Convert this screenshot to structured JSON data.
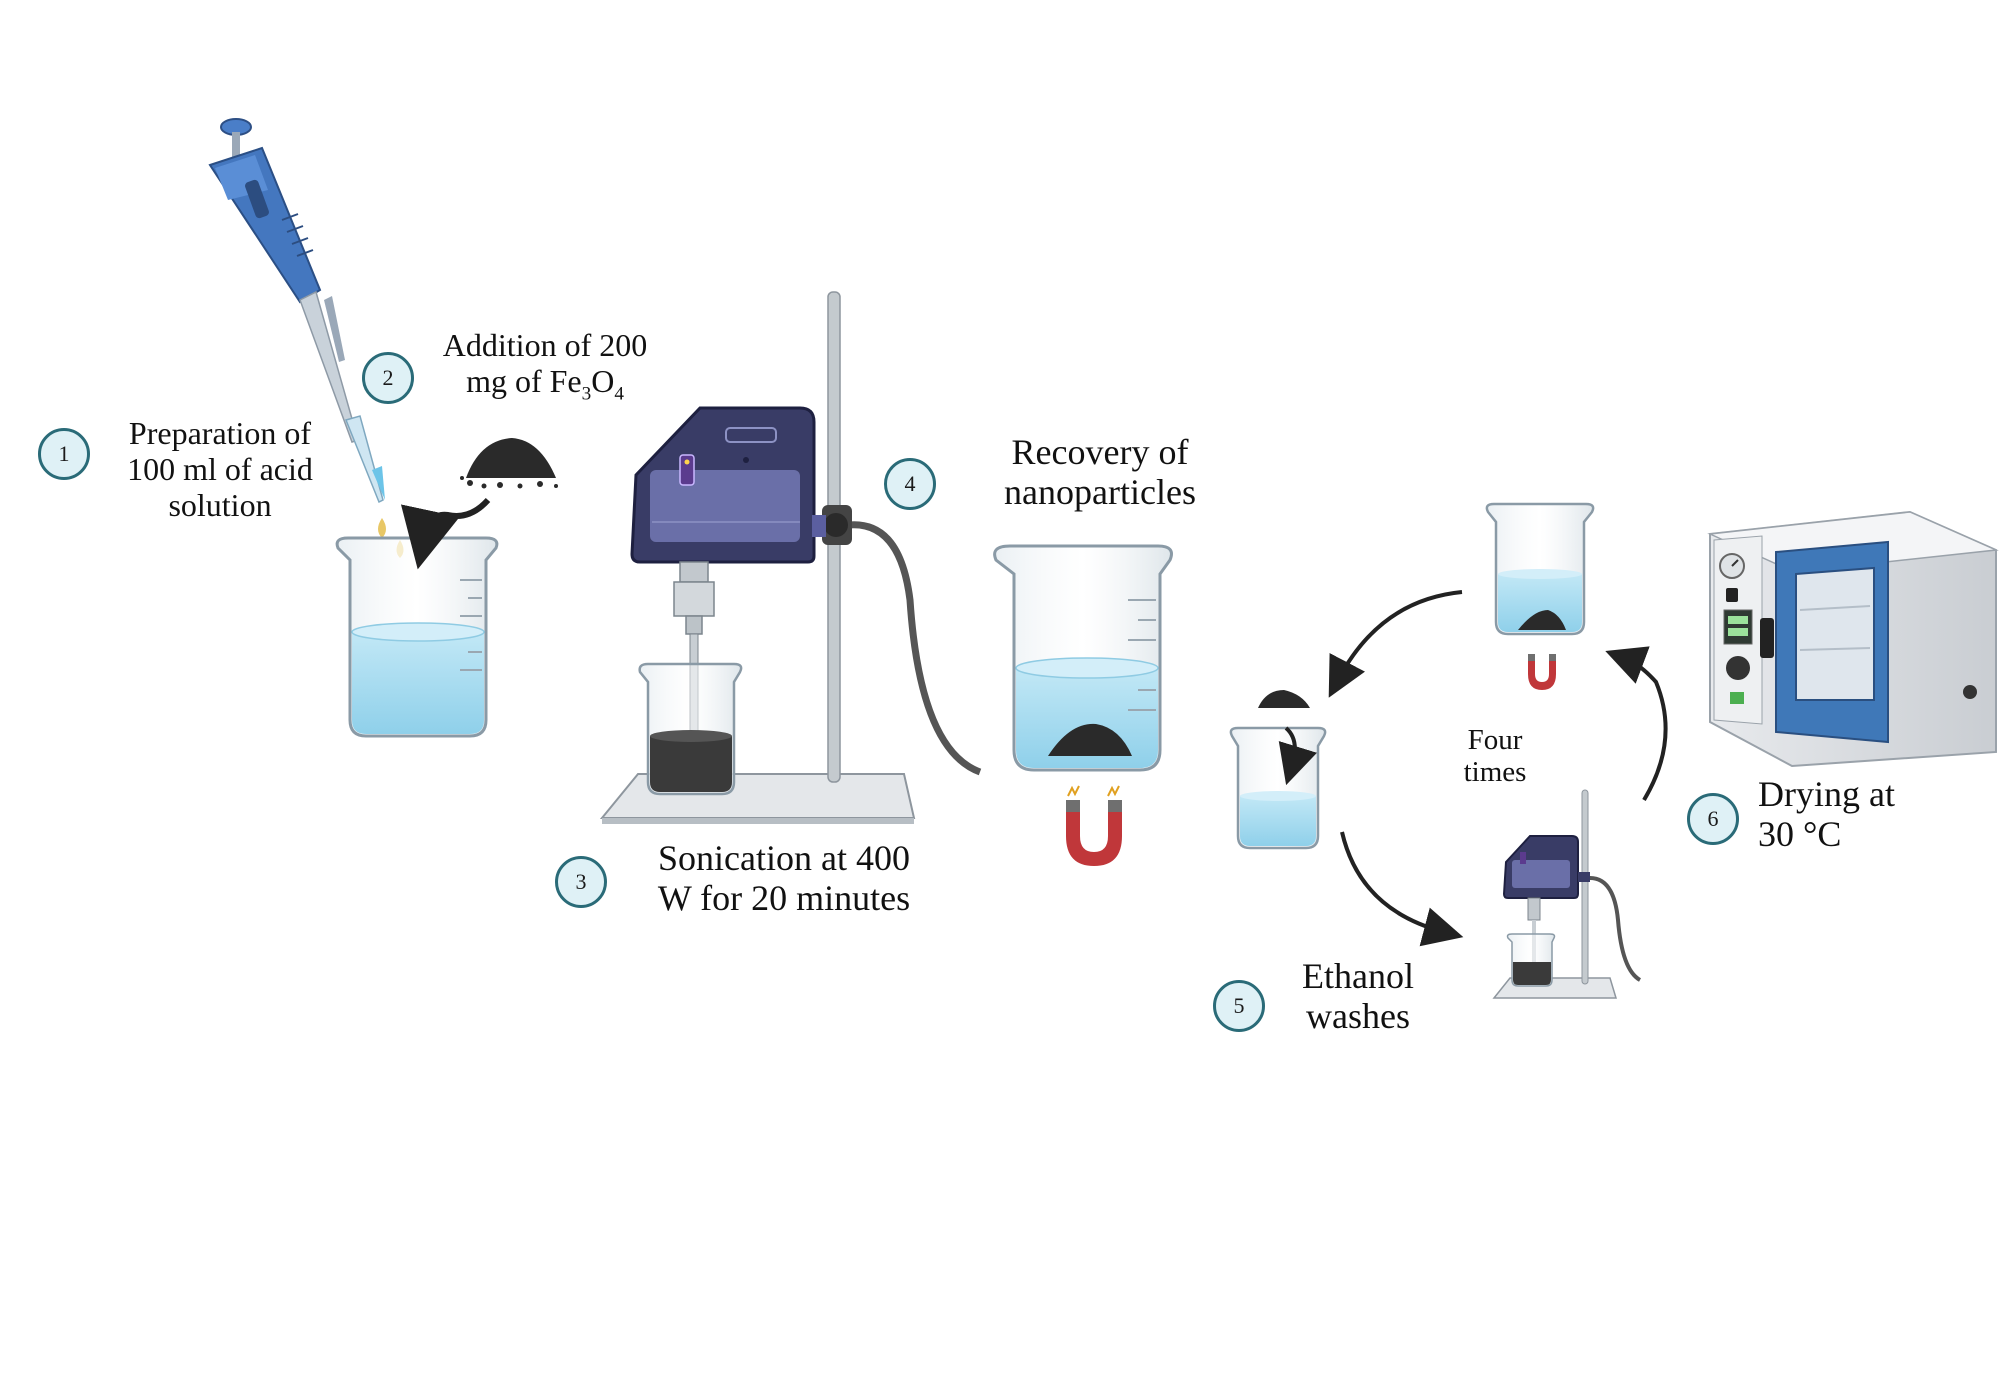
{
  "steps": [
    {
      "number": "1",
      "line1": "Preparation of",
      "line2": "100 ml of acid",
      "line3": "solution"
    },
    {
      "number": "2",
      "line1": "Addition of 200",
      "line2_prefix": "mg of Fe",
      "sub1": "3",
      "mid": "O",
      "sub2": "4"
    },
    {
      "number": "3",
      "line1": "Sonication at 400",
      "line2": "W for 20 minutes"
    },
    {
      "number": "4",
      "line1": "Recovery of",
      "line2": "nanoparticles"
    },
    {
      "number": "5",
      "line1": "Ethanol",
      "line2": "washes"
    },
    {
      "number": "6",
      "line1": "Drying at",
      "line2": "30 °C"
    }
  ],
  "cycle_note": {
    "line1": "Four",
    "line2": "times"
  },
  "colors": {
    "water": "#a8dcef",
    "water_dark": "#7fc6e2",
    "glass_edge": "#8a9aa6",
    "pipette_blue": "#3f6fb6",
    "sonicator_body": "#393c66",
    "sonicator_panel": "#6a6fa8",
    "powder": "#2a2a2a",
    "magnet_red": "#c0373a",
    "oven_door": "#3f78b8",
    "badge_ring": "#2a6b78",
    "badge_fill": "#dff1f6"
  }
}
